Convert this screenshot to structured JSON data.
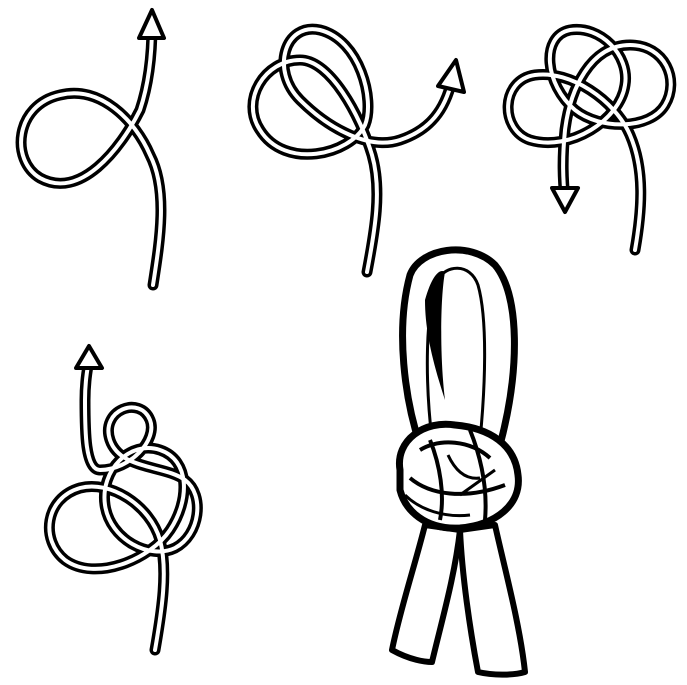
{
  "colors": {
    "ink": "#000000",
    "paper": "#ffffff"
  },
  "steps": [
    {
      "name": "step-1-initial-loop",
      "icon": "arrow-up-icon"
    },
    {
      "name": "step-2-second-loop",
      "icon": "arrow-right-icon"
    },
    {
      "name": "step-3-third-loop",
      "icon": "arrow-down-icon"
    },
    {
      "name": "step-4-loose-knot",
      "icon": "arrow-up-icon"
    },
    {
      "name": "step-5-finished-knot",
      "icon": "strap-knot-icon"
    }
  ]
}
